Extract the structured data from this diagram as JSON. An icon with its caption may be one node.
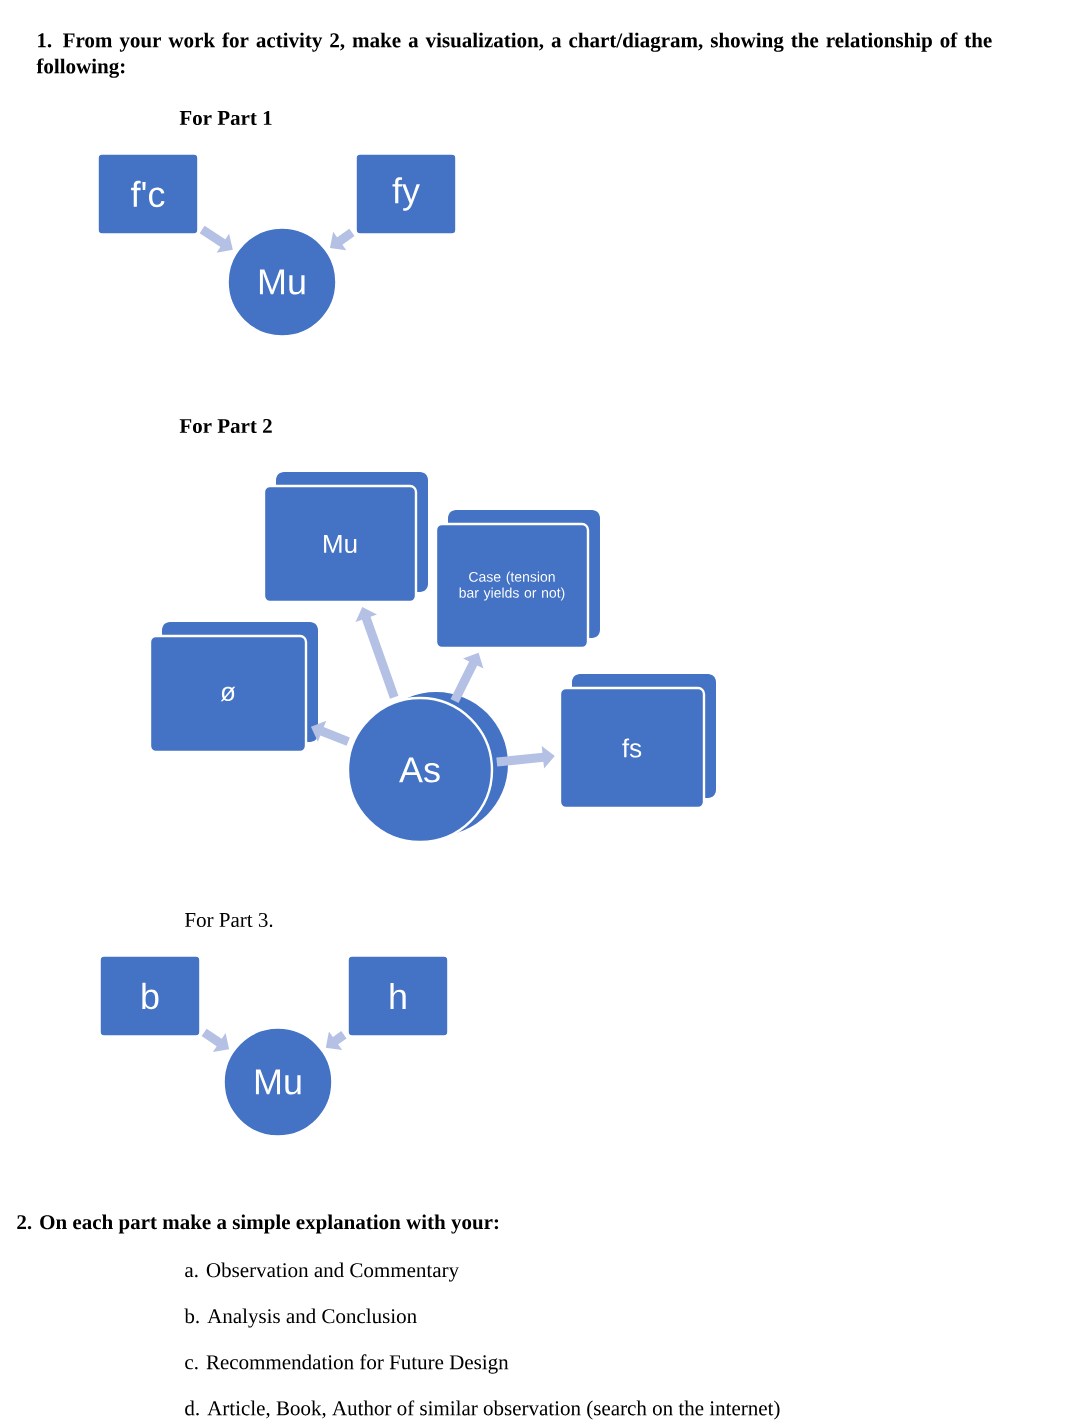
{
  "diagram": {
    "title": "1. From your work for activity 2, make a visualization, a chart/diagram, showing the relationship of the following:",
    "nodes": [
      {
        "text": [
          "f'c"
        ]
      },
      {
        "text": [
          "fy"
        ]
      },
      {
        "text": [
          "Mu"
        ]
      },
      {
        "text": [
          "Mu"
        ]
      },
      {
        "text": [
          "Case (tension bar yields or not)"
        ]
      },
      {
        "text": [
          "ø"
        ]
      },
      {
        "text": [
          "fs"
        ]
      },
      {
        "text": [
          "As"
        ]
      },
      {
        "text": [
          "b"
        ]
      },
      {
        "text": [
          "h"
        ]
      },
      {
        "text": [
          "Mu"
        ]
      }
    ],
    "edges": [
      {
        "from": 0,
        "to": 2,
        "arrow": "to"
      },
      {
        "from": 1,
        "to": 2,
        "arrow": "to"
      },
      {
        "from": 7,
        "to": 3,
        "arrow": "to"
      },
      {
        "from": 7,
        "to": 4,
        "arrow": "to"
      },
      {
        "from": 7,
        "to": 5,
        "arrow": "to"
      },
      {
        "from": 7,
        "to": 6,
        "arrow": "to"
      },
      {
        "from": 8,
        "to": 10,
        "arrow": "to"
      },
      {
        "from": 9,
        "to": 10,
        "arrow": "to"
      }
    ],
    "labels": [
      "For Part 1",
      "For Part 2",
      "For Part 3.",
      "2. On each part make a simple explanation with your:",
      "a. Observation and Commentary",
      "b. Analysis and Conclusion",
      "c. Recommendation for Future Design",
      "d. Article, Book, Author of similar observation (search on the internet)"
    ]
  }
}
